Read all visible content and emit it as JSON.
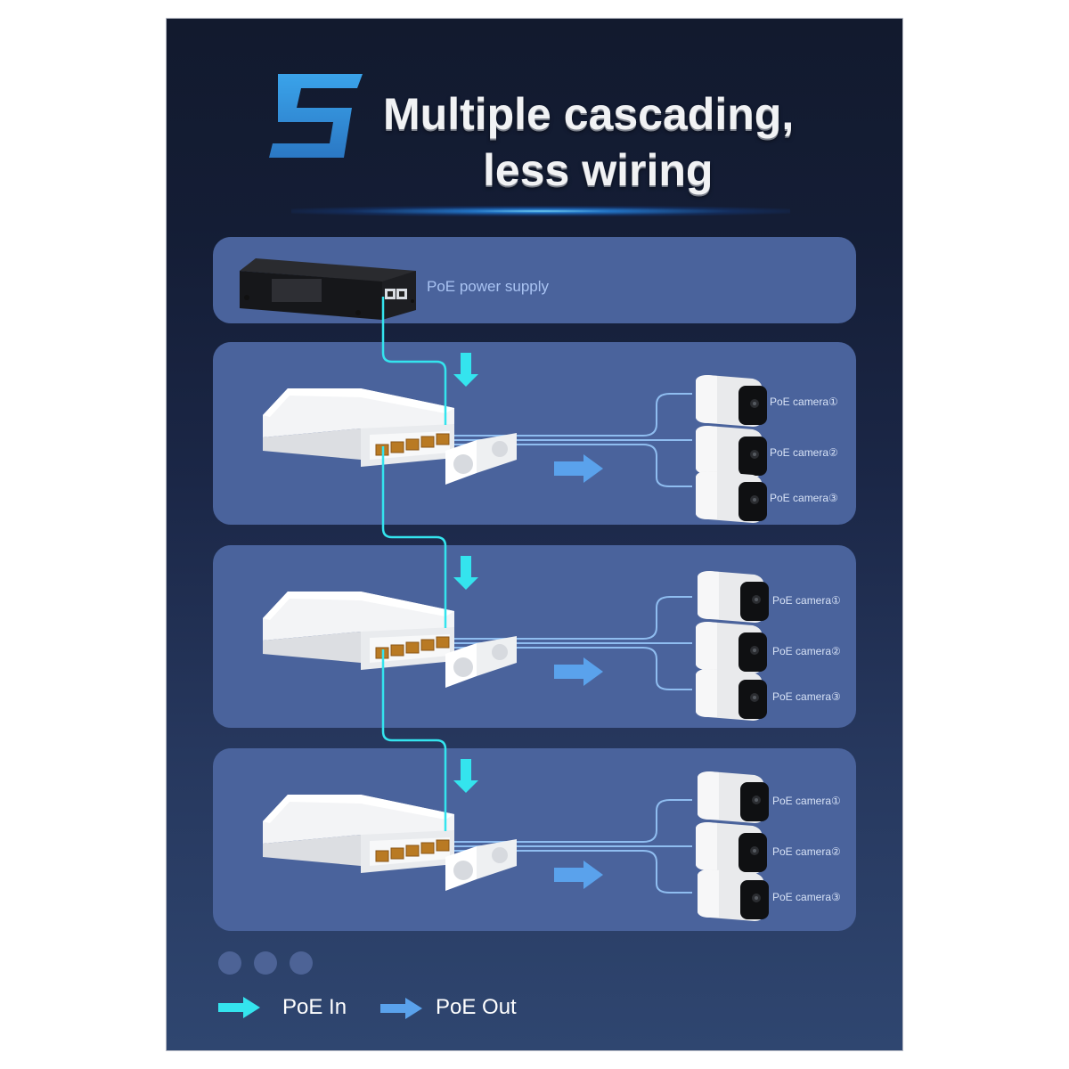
{
  "title": {
    "number": "5",
    "line1": "Multiple cascading,",
    "line2": "less wiring"
  },
  "supply": {
    "label": "PoE power supply"
  },
  "switch_sections": [
    {
      "cameras": [
        {
          "label": "PoE camera①"
        },
        {
          "label": "PoE camera②"
        },
        {
          "label": "PoE camera③"
        }
      ]
    },
    {
      "cameras": [
        {
          "label": "PoE camera①"
        },
        {
          "label": "PoE camera②"
        },
        {
          "label": "PoE camera③"
        }
      ]
    },
    {
      "cameras": [
        {
          "label": "PoE camera①"
        },
        {
          "label": "PoE camera②"
        },
        {
          "label": "PoE camera③"
        }
      ]
    }
  ],
  "legend": {
    "poe_in": {
      "label": "PoE In",
      "color": "#34e4ee",
      "icon": "arrow-right-icon"
    },
    "poe_out": {
      "label": "PoE Out",
      "color": "#5aa2ec",
      "icon": "arrow-right-icon"
    }
  },
  "page_dots": 3,
  "colors": {
    "background_top": "#121a2e",
    "background_bottom": "#2f4670",
    "panel": "#4a639c",
    "accent_number": "#2f8fd8",
    "poe_in_line": "#34e4ee",
    "poe_out_line": "#8fbdf0"
  }
}
